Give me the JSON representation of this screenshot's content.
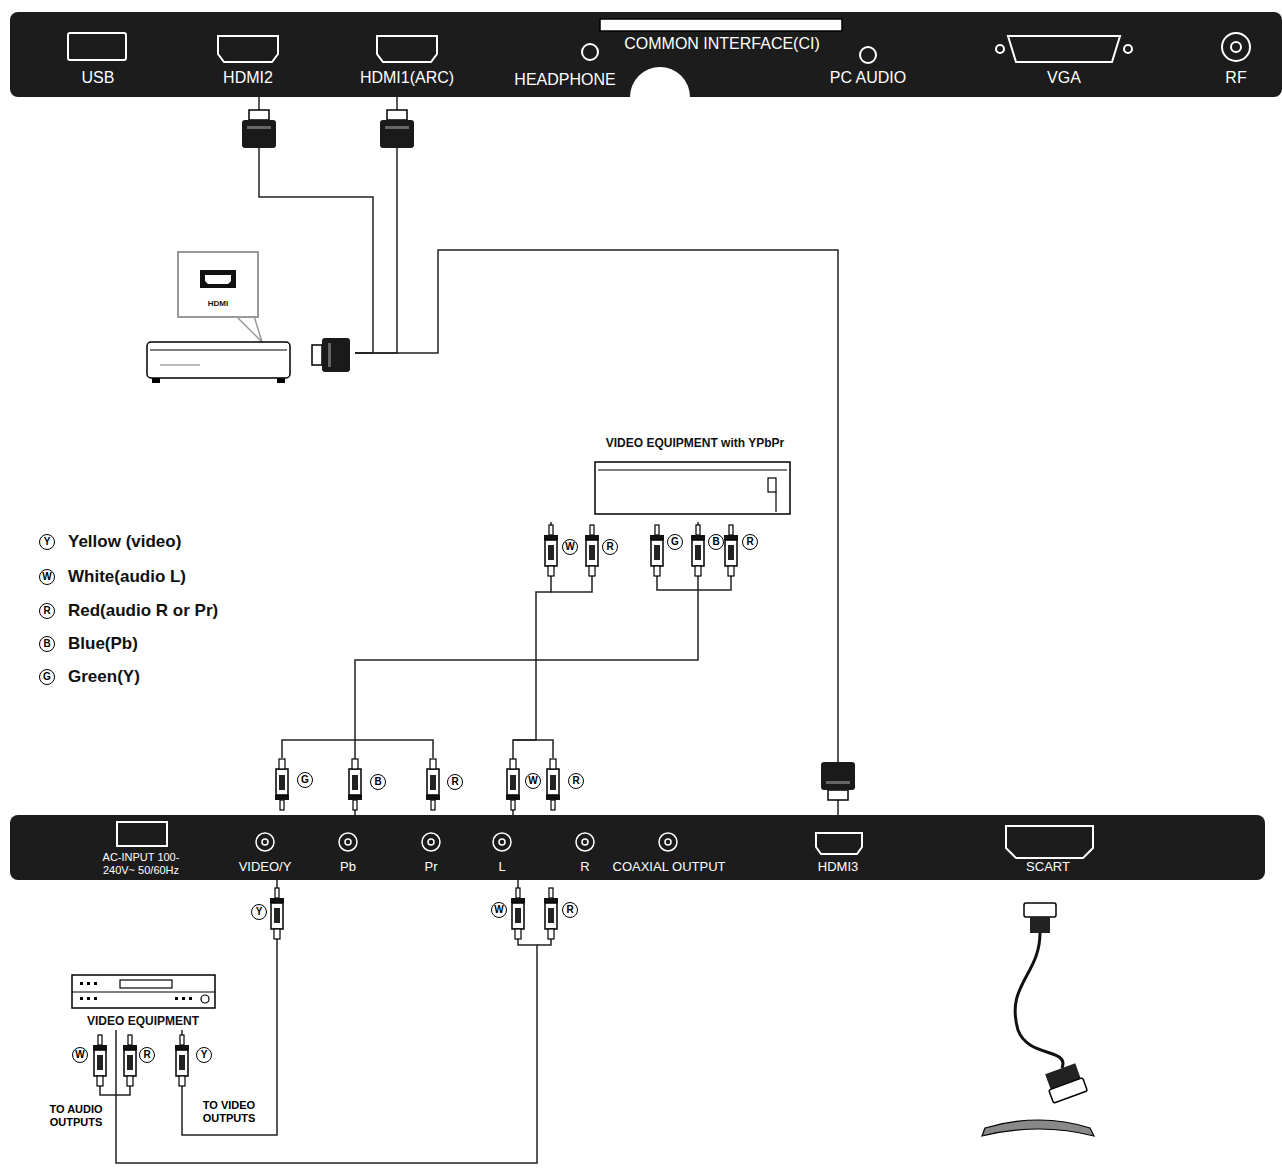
{
  "diagram": {
    "nodes": [
      {
        "text": [
          "USB",
          "HDMI2",
          "HDMI1(ARC)",
          "HEADPHONE",
          "COMMON INTERFACE(CI)",
          "PC AUDIO",
          "VGA",
          "RF"
        ]
      },
      {
        "text": [
          "HDMI"
        ]
      },
      {
        "text": [
          "VIDEO EQUIPMENT with YPbPr"
        ]
      },
      {
        "text": [
          "AC-INPUT 100-240V~ 50/60Hz",
          "VIDEO/Y",
          "Pb",
          "Pr",
          "L",
          "R",
          "COAXIAL OUTPUT",
          "HDMI3",
          "SCART"
        ]
      },
      {
        "text": [
          "VIDEO EQUIPMENT"
        ]
      }
    ],
    "edges": [
      {
        "from": 1,
        "to": 0,
        "arrow": "none"
      },
      {
        "from": 1,
        "to": 0,
        "arrow": "none"
      },
      {
        "from": 1,
        "to": 3,
        "arrow": "none"
      },
      {
        "from": 2,
        "to": 3,
        "arrow": "none"
      },
      {
        "from": 2,
        "to": 3,
        "arrow": "none"
      },
      {
        "from": 4,
        "to": 3,
        "arrow": "none"
      },
      {
        "from": 4,
        "to": 3,
        "arrow": "none"
      }
    ],
    "labels": [
      "Y",
      "W",
      "R",
      "B",
      "G",
      "W",
      "R",
      "G",
      "B",
      "R",
      "G",
      "B",
      "R",
      "W",
      "R",
      "Y",
      "W",
      "R",
      "W",
      "R",
      "Y",
      "TO AUDIO OUTPUTS",
      "TO VIDEO OUTPUTS"
    ],
    "legend": [
      {
        "text": "Yellow (video)"
      },
      {
        "text": "White(audio L)"
      },
      {
        "text": "Red(audio R or Pr)"
      },
      {
        "text": "Blue(Pb)"
      },
      {
        "text": "Green(Y)"
      }
    ]
  }
}
